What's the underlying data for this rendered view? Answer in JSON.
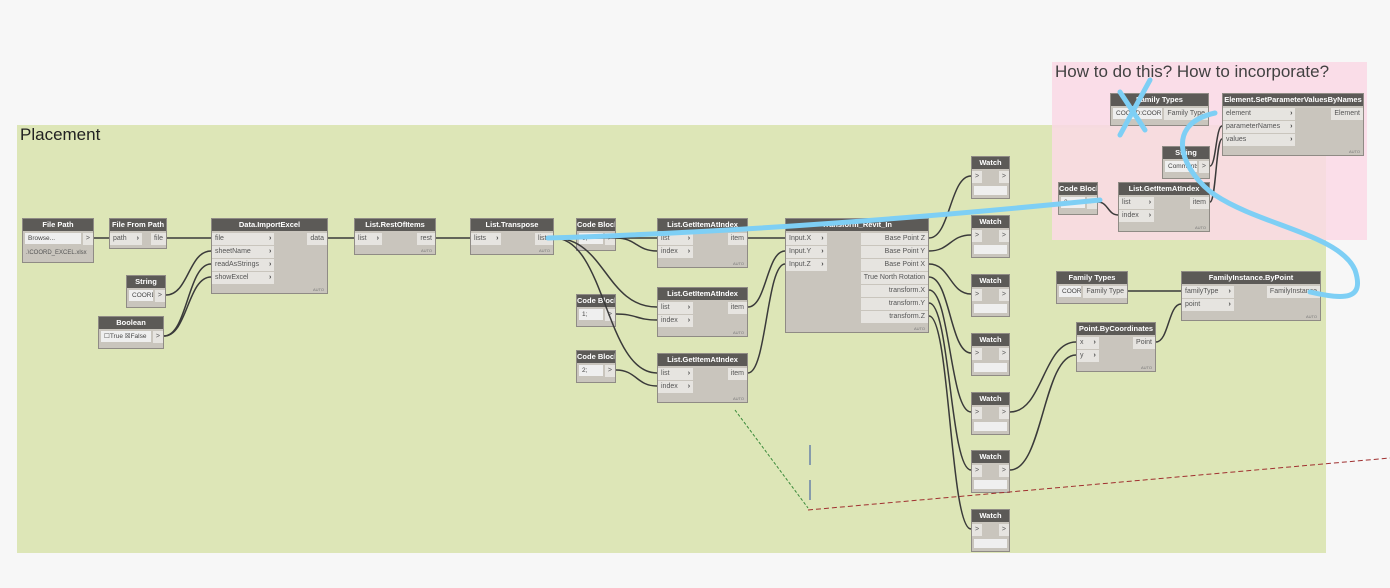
{
  "groups": [
    {
      "id": "placement",
      "title": "Placement",
      "color": "#dde6b7"
    },
    {
      "id": "question",
      "title": "How to do this? How to incorporate?",
      "color": "#fbd9e6"
    }
  ],
  "nodes": [
    {
      "id": "filepath",
      "title": "File Path",
      "inputs": [],
      "outputs": [
        ">"
      ],
      "value": "Browse...",
      "sub": ".\\COORD_EXCEL.xlsx"
    },
    {
      "id": "filefrompath",
      "title": "File From Path",
      "inputs": [
        "path"
      ],
      "outputs": [
        "file"
      ]
    },
    {
      "id": "importexcel",
      "title": "Data.ImportExcel",
      "inputs": [
        "file",
        "sheetName",
        "readAsStrings",
        "showExcel"
      ],
      "outputs": [
        "data"
      ],
      "auto": "AUTO"
    },
    {
      "id": "string1",
      "title": "String",
      "inputs": [],
      "outputs": [
        ">"
      ],
      "value": "COORD"
    },
    {
      "id": "boolean",
      "title": "Boolean",
      "inputs": [],
      "outputs": [
        ">"
      ],
      "value": "☐True  ☒False"
    },
    {
      "id": "restofitems",
      "title": "List.RestOfItems",
      "inputs": [
        "list"
      ],
      "outputs": [
        "rest"
      ],
      "auto": "AUTO"
    },
    {
      "id": "transpose",
      "title": "List.Transpose",
      "inputs": [
        "lists"
      ],
      "outputs": [
        "lists"
      ],
      "auto": "AUTO"
    },
    {
      "id": "cb0",
      "title": "Code Block",
      "inputs": [],
      "outputs": [
        ">"
      ],
      "value": "0;"
    },
    {
      "id": "cb1",
      "title": "Code Block",
      "inputs": [],
      "outputs": [
        ">"
      ],
      "value": "1;"
    },
    {
      "id": "cb2",
      "title": "Code Block",
      "inputs": [],
      "outputs": [
        ">"
      ],
      "value": "2;"
    },
    {
      "id": "gi0",
      "title": "List.GetItemAtIndex",
      "inputs": [
        "list",
        "index"
      ],
      "outputs": [
        "item"
      ],
      "auto": "AUTO"
    },
    {
      "id": "gi1",
      "title": "List.GetItemAtIndex",
      "inputs": [
        "list",
        "index"
      ],
      "outputs": [
        "item"
      ],
      "auto": "AUTO"
    },
    {
      "id": "gi2",
      "title": "List.GetItemAtIndex",
      "inputs": [
        "list",
        "index"
      ],
      "outputs": [
        "item"
      ],
      "auto": "AUTO"
    },
    {
      "id": "transform",
      "title": "Transform_Revit_In",
      "inputs": [
        "Input.X",
        "Input.Y",
        "Input.Z"
      ],
      "outputs": [
        "Base Point Z",
        "Base Point Y",
        "Base Point X",
        "True North Rotation",
        "transform.X",
        "transform.Y",
        "transform.Z"
      ],
      "auto": "AUTO"
    },
    {
      "id": "w1",
      "title": "Watch",
      "inputs": [
        ">"
      ],
      "outputs": [
        ">"
      ]
    },
    {
      "id": "w2",
      "title": "Watch",
      "inputs": [
        ">"
      ],
      "outputs": [
        ">"
      ]
    },
    {
      "id": "w3",
      "title": "Watch",
      "inputs": [
        ">"
      ],
      "outputs": [
        ">"
      ]
    },
    {
      "id": "w4",
      "title": "Watch",
      "inputs": [
        ">"
      ],
      "outputs": [
        ">"
      ]
    },
    {
      "id": "w5",
      "title": "Watch",
      "inputs": [
        ">"
      ],
      "outputs": [
        ">"
      ]
    },
    {
      "id": "w6",
      "title": "Watch",
      "inputs": [
        ">"
      ],
      "outputs": [
        ">"
      ]
    },
    {
      "id": "w7",
      "title": "Watch",
      "inputs": [
        ">"
      ],
      "outputs": [
        ">"
      ]
    },
    {
      "id": "famtypes",
      "title": "Family Types",
      "inputs": [],
      "outputs": [
        "Family Type"
      ],
      "value": "COORD:COORD ▾"
    },
    {
      "id": "pointbc",
      "title": "Point.ByCoordinates",
      "inputs": [
        "x",
        "y"
      ],
      "outputs": [
        "Point"
      ],
      "auto": "AUTO"
    },
    {
      "id": "fibp",
      "title": "FamilyInstance.ByPoint",
      "inputs": [
        "familyType",
        "point"
      ],
      "outputs": [
        "FamilyInstance"
      ],
      "auto": "AUTO"
    },
    {
      "id": "famtypes2",
      "title": "Family Types",
      "inputs": [],
      "outputs": [
        "Family Type"
      ],
      "value": "COORD:COORD ▾"
    },
    {
      "id": "setparam",
      "title": "Element.SetParameterValuesByNames",
      "inputs": [
        "element",
        "parameterNames",
        "values"
      ],
      "outputs": [
        "Element"
      ],
      "auto": "AUTO"
    },
    {
      "id": "string2",
      "title": "String",
      "inputs": [],
      "outputs": [
        ">"
      ],
      "value": "Comments"
    },
    {
      "id": "cb3",
      "title": "Code Block",
      "inputs": [],
      "outputs": [
        ">"
      ],
      "value": "3;"
    },
    {
      "id": "gi3",
      "title": "List.GetItemAtIndex",
      "inputs": [
        "list",
        "index"
      ],
      "outputs": [
        "item"
      ],
      "auto": "AUTO"
    }
  ],
  "annotation_color": "#7ecff5"
}
